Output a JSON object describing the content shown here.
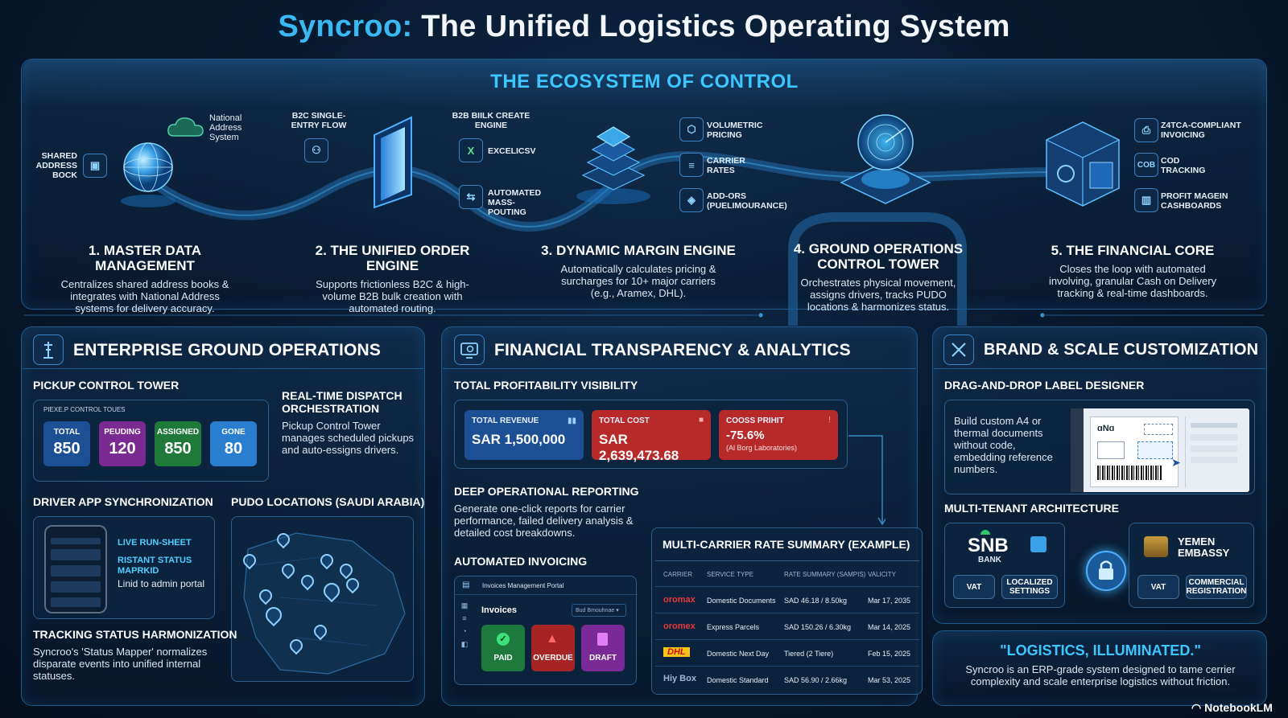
{
  "header": {
    "brand": "Syncroo:",
    "title_rest": " The Unified Logistics Operating System"
  },
  "ecosystem": {
    "heading": "THE ECOSYSTEM OF CONTROL",
    "stage1": {
      "title": "1. MASTER DATA MANAGEMENT",
      "desc": "Centralizes shared address books & integrates with National Address systems for delivery accuracy.",
      "label_book": "SHARED ADDRESS BOCK",
      "label_national": "National Address System"
    },
    "stage2": {
      "title": "2. THE UNIFIED ORDER ENGINE",
      "desc": "Supports frictionless B2C & high-volume B2B bulk creation with automated routing.",
      "label_b2c": "B2C SINGLE-ENTRY FLOW",
      "label_b2b": "B2B BIILK CREATE ENGINE",
      "label_excel": "EXCELICSV",
      "label_mass": "AUTOMATED MASS-POUTING"
    },
    "stage3": {
      "title": "3. DYNAMIC MARGIN ENGINE",
      "desc": "Automatically calculates pricing & surcharges for 10+ major carriers (e.g., Aramex, DHL).",
      "label_vol": "VOLUMETRIC PRICING",
      "label_carrier": "CARRIER RATES",
      "label_addons": "ADD-ORS (PUELIMOURANCE)"
    },
    "stage4": {
      "title": "4. GROUND OPERATIONS CONTROL TOWER",
      "desc": "Orchestrates physical movement, assigns drivers, tracks PUDO locations & harmonizes status."
    },
    "stage5": {
      "title": "5. THE FINANCIAL CORE",
      "desc": "Closes the loop with automated involving, granular Cash on Delivery tracking & real-time dashboards.",
      "label_zatca": "Z4TCA-COMPLIANT INVOICING",
      "label_cod": "COD TRACKING",
      "label_cod_icon": "COB",
      "label_profit": "PROFIT MAGEIN CASHBOARDS"
    }
  },
  "ground": {
    "title": "ENTERPRISE GROUND OPERATIONS",
    "pickup_title": "PICKUP CONTROL TOWER",
    "pickup_card_label": "PIEXE.P CONTROL TOUES",
    "stats": [
      {
        "key": "TOTAL",
        "value": "850"
      },
      {
        "key": "PEUDING",
        "value": "120"
      },
      {
        "key": "ASSIGNED",
        "value": "850"
      },
      {
        "key": "GONE",
        "value": "80"
      }
    ],
    "dispatch_title": "REAL-TIME DISPATCH ORCHESTRATION",
    "dispatch_desc": "Pickup Control Tower manages scheduled pickups and auto-essigns drivers.",
    "driver_title": "DRIVER APP SYNCHRONIZATION",
    "driver_l1": "LIVE RUN-SHEET",
    "driver_l2": "RISTANT STATUS MAPRKID",
    "driver_l3": "Linid to admin portal",
    "pudo_title": "PUDO LOCATIONS (SAUDI ARABIA)",
    "tracking_title": "TRACKING STATUS HARMONIZATION",
    "tracking_desc": "Syncroo's 'Status Mapper' normalizes disparate events into unified internal statuses."
  },
  "finance": {
    "title": "FINANCIAL TRANSPARENCY & ANALYTICS",
    "profit_title": "TOTAL PROFITABILITY VISIBILITY",
    "revenue_key": "TOTAL REVENUE",
    "revenue_val": "SAR 1,500,000",
    "cost_key": "TOTAL COST",
    "cost_val": "SAR 2,639,473.68",
    "gross_key": "COOSS PRIHIT",
    "gross_val": "-75.6%",
    "gross_note": "(Al Borg Laboratories)",
    "reporting_title": "DEEP OPERATIONAL REPORTING",
    "reporting_desc": "Generate one-click reports for carrier performance, failed delivery analysis & detailed cost breakdowns.",
    "invoicing_title": "AUTOMATED INVOICING",
    "portal_label": "Invoices Management Portal",
    "invoices_label": "Invoices",
    "invoices_filter": "Bud Bmouhnae",
    "btn_paid": "PAID",
    "btn_overdue": "OVERDUE",
    "btn_draft": "DRAFT",
    "rates_title": "MULTI-CARRIER RATE SUMMARY (EXAMPLE)",
    "rates_headers": [
      "CARRIER",
      "SERVICE TYPE",
      "RATE SUMMARY (SAMPIS)",
      "VALICITY"
    ],
    "rates_rows": [
      {
        "carrier": "oromax",
        "service": "Domestic Documents",
        "rate": "SAD 46.18 / 8.50kg",
        "validity": "Mar 17, 2035"
      },
      {
        "carrier": "oromex",
        "service": "Express Parcels",
        "rate": "SAD 150.26 / 6.30kg",
        "validity": "Mar 14, 2025"
      },
      {
        "carrier": "DHL",
        "service": "Domestic Next Day",
        "rate": "Tiered (2 Tiere)",
        "validity": "Feb 15, 2025"
      },
      {
        "carrier": "Hiy Box",
        "service": "Domestic Standard",
        "rate": "SAD 56.90 / 2.66kg",
        "validity": "Mar 53, 2025"
      }
    ]
  },
  "brand_scale": {
    "title": "BRAND & SCALE CUSTOMIZATION",
    "label_title": "DRAG-AND-DROP LABEL DESIGNER",
    "label_desc": "Build custom A4 or thermal documents without code, embedding reference numbers.",
    "label_logo": "ɑNɑ",
    "tenant_title": "MULTI-TENANT ARCHITECTURE",
    "snb_name": "SNB",
    "snb_sub": "BANK",
    "snb_vat": "VAT",
    "snb_local": "LOCALIZED SETTINGS",
    "yemen_name": "YEMEN EMBASSY",
    "yemen_vat": "VAT",
    "yemen_reg": "COMMERCIAL REGISTRATION"
  },
  "tagline": {
    "title": "\"LOGISTICS, ILLUMINATED.\"",
    "desc": "Syncroo is an ERP-grade system designed to tame cerrier complexity and scale enterprise logistics without friction."
  },
  "watermark": "NotebookLM",
  "colors": {
    "accent": "#3ab8f2",
    "stat_total": "#1d4f94",
    "stat_pending": "#7b2a92",
    "stat_assigned": "#1f7a3a",
    "stat_done": "#2a7ed0",
    "cost_red": "#b82929",
    "paid_green": "#1d7a3c",
    "overdue_red": "#a72424",
    "draft_purple": "#7a2a96"
  }
}
